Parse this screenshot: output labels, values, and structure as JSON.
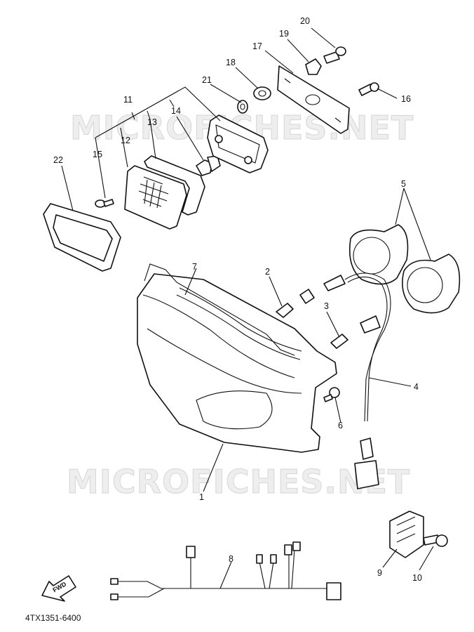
{
  "watermarks": [
    "MICROFICHES.NET",
    "MICROFICHES.NET"
  ],
  "callouts": [
    "1",
    "2",
    "3",
    "4",
    "5",
    "6",
    "7",
    "8",
    "9",
    "10",
    "11",
    "12",
    "13",
    "14",
    "15",
    "16",
    "17",
    "18",
    "19",
    "20",
    "21",
    "22"
  ],
  "fwd_label": "FWD",
  "diagram_code": "4TX1351-6400"
}
